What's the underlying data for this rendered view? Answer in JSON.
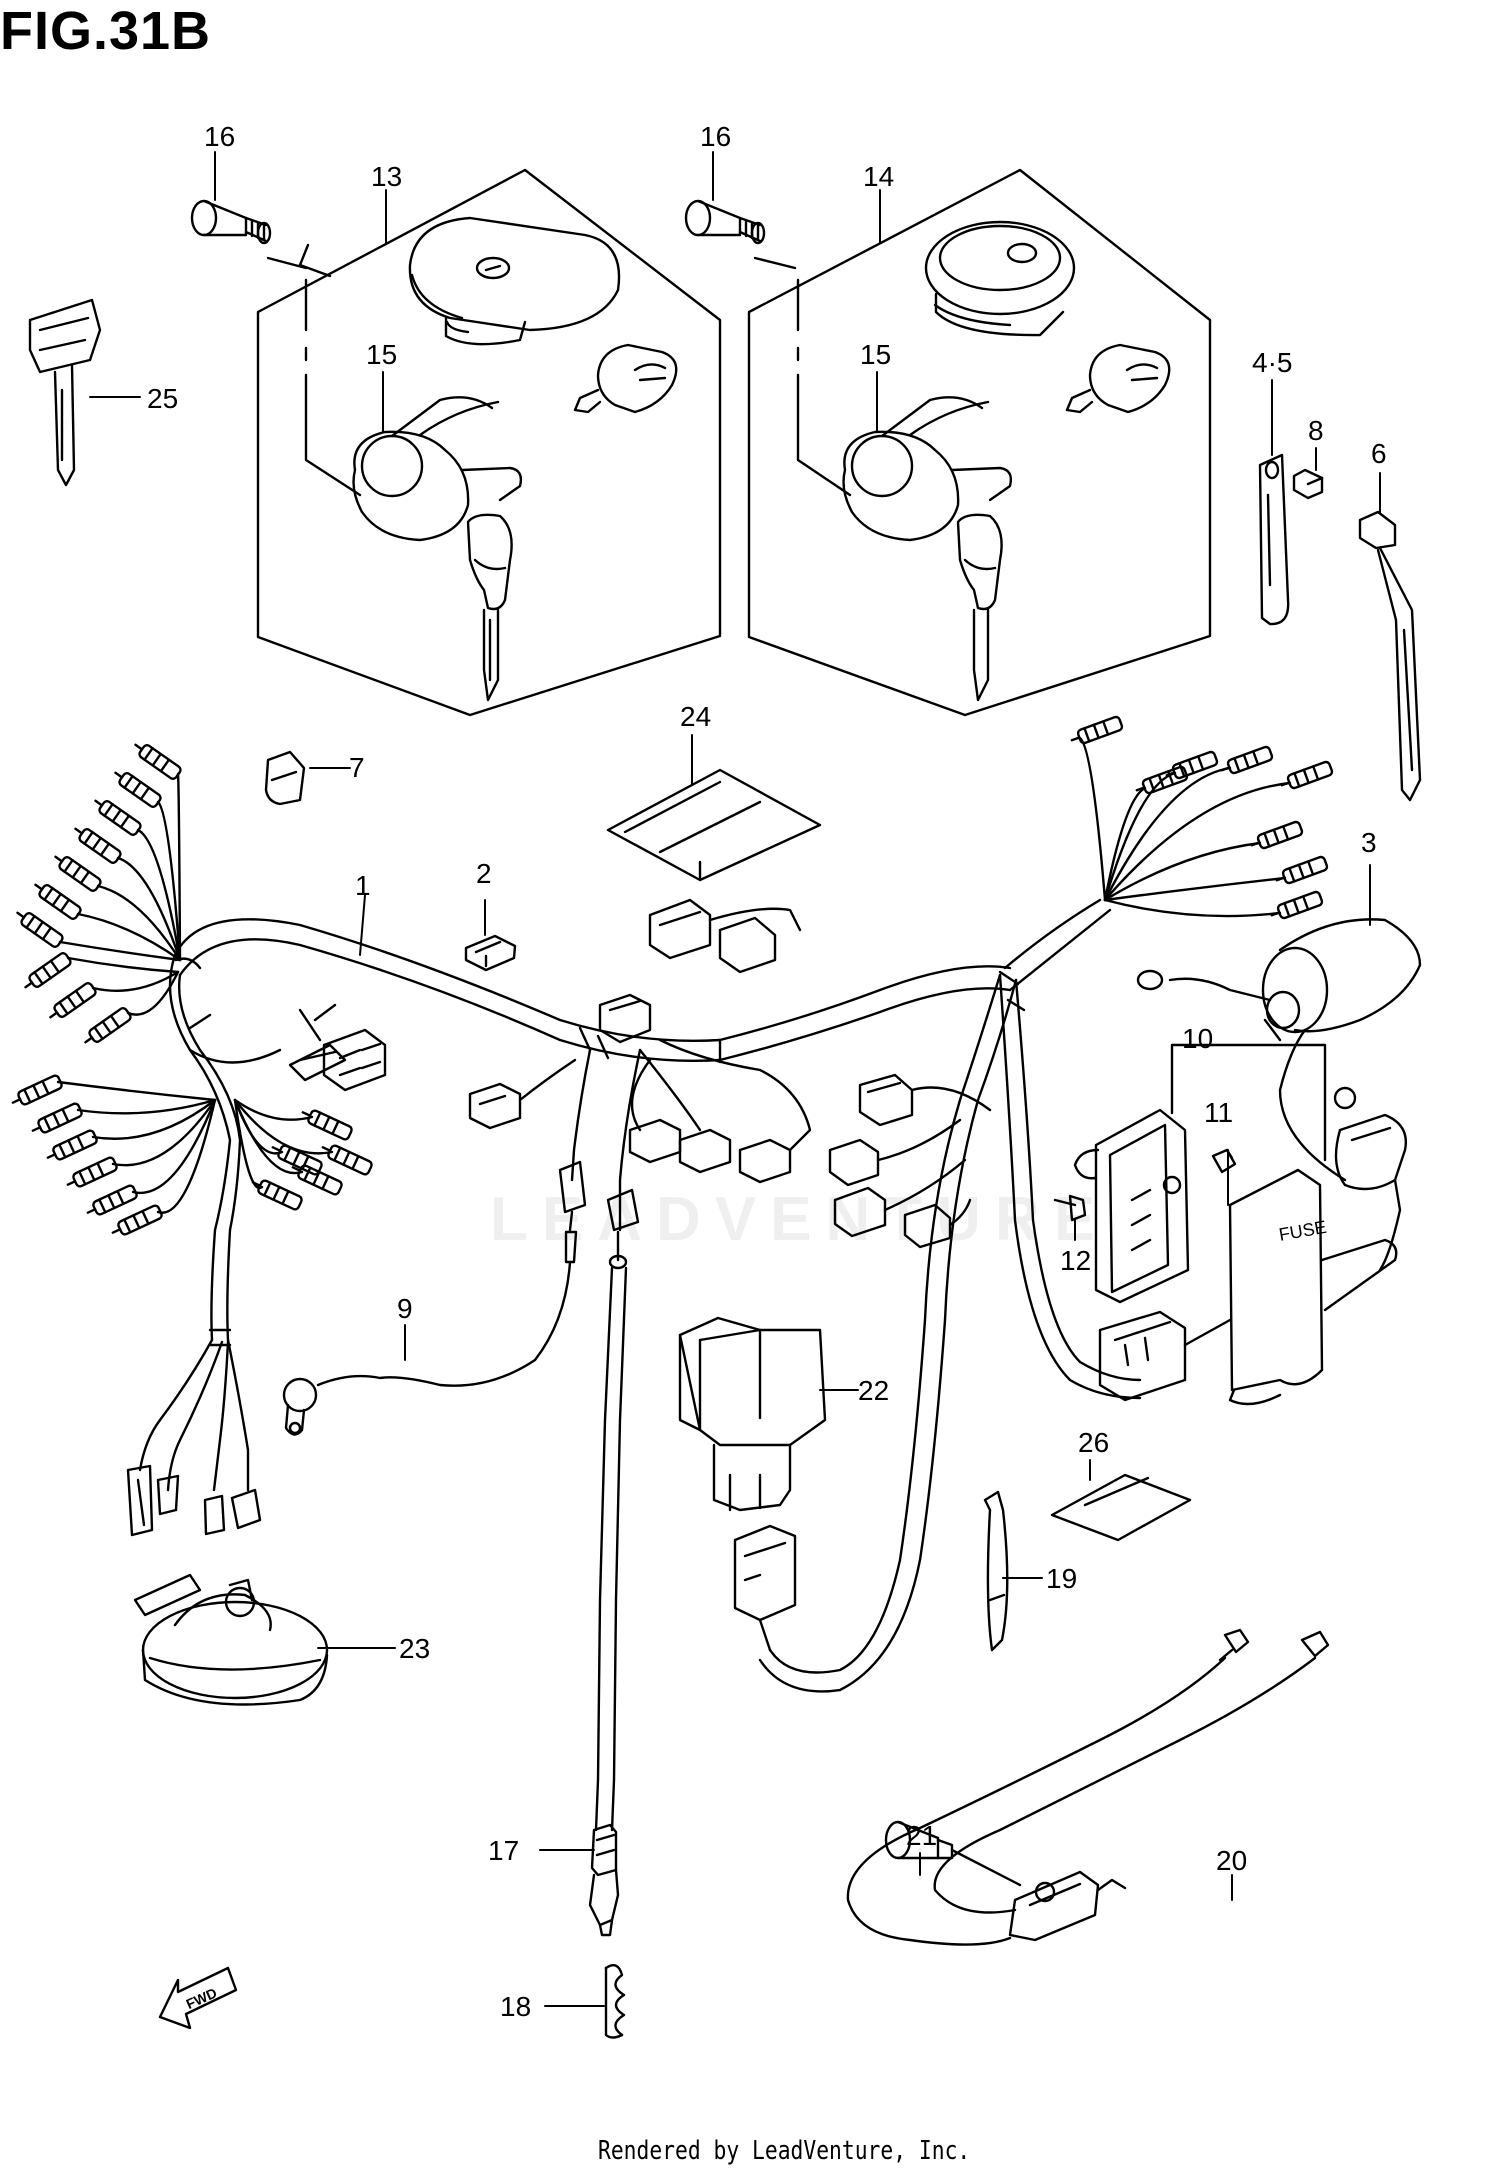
{
  "title": "FIG.31B",
  "footer": "Rendered by LeadVenture, Inc.",
  "watermark": "LEADVENTURE",
  "fwd_label": "FWD",
  "fuse_label": "FUSE",
  "callouts": [
    {
      "id": "c1",
      "label": "1"
    },
    {
      "id": "c2",
      "label": "2"
    },
    {
      "id": "c3",
      "label": "3"
    },
    {
      "id": "c45",
      "label": "4·5"
    },
    {
      "id": "c6",
      "label": "6"
    },
    {
      "id": "c7",
      "label": "7"
    },
    {
      "id": "c8",
      "label": "8"
    },
    {
      "id": "c9",
      "label": "9"
    },
    {
      "id": "c10",
      "label": "10"
    },
    {
      "id": "c11",
      "label": "11"
    },
    {
      "id": "c12",
      "label": "12"
    },
    {
      "id": "c13",
      "label": "13"
    },
    {
      "id": "c14",
      "label": "14"
    },
    {
      "id": "c15a",
      "label": "15"
    },
    {
      "id": "c15b",
      "label": "15"
    },
    {
      "id": "c16a",
      "label": "16"
    },
    {
      "id": "c16b",
      "label": "16"
    },
    {
      "id": "c17",
      "label": "17"
    },
    {
      "id": "c18",
      "label": "18"
    },
    {
      "id": "c19",
      "label": "19"
    },
    {
      "id": "c20",
      "label": "20"
    },
    {
      "id": "c21",
      "label": "21"
    },
    {
      "id": "c22",
      "label": "22"
    },
    {
      "id": "c23",
      "label": "23"
    },
    {
      "id": "c24",
      "label": "24"
    },
    {
      "id": "c25",
      "label": "25"
    },
    {
      "id": "c26",
      "label": "26"
    }
  ]
}
